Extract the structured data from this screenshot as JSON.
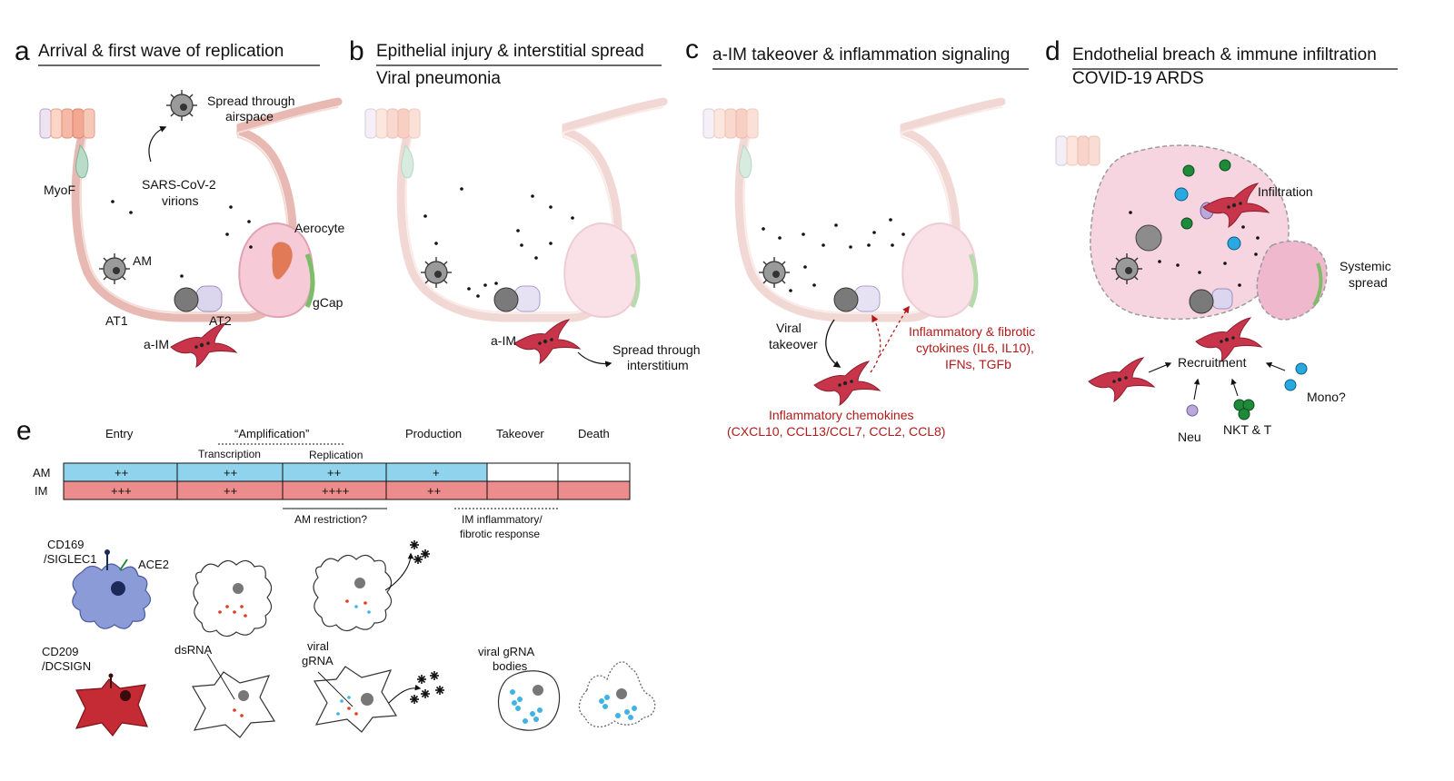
{
  "panels": {
    "a": {
      "letter": "a",
      "title": "Arrival & first wave of replication",
      "labels": {
        "spread_air_1": "Spread through",
        "spread_air_2": "airspace",
        "virions_1": "SARS-CoV-2",
        "virions_2": "virions",
        "myof": "MyoF",
        "am": "AM",
        "aerocyte": "Aerocyte",
        "gcap": "gCap",
        "at1": "AT1",
        "at2": "AT2",
        "aim": "a-IM"
      }
    },
    "b": {
      "letter": "b",
      "title": "Epithelial injury & interstitial spread",
      "subtitle": "Viral pneumonia",
      "labels": {
        "aim": "a-IM",
        "spread_int_1": "Spread through",
        "spread_int_2": "interstitium"
      }
    },
    "c": {
      "letter": "c",
      "title": "a-IM takeover & inflammation signaling",
      "labels": {
        "viral_1": "Viral",
        "viral_2": "takeover",
        "cyto_1": "Inflammatory & fibrotic",
        "cyto_2": "cytokines (IL6, IL10),",
        "cyto_3": "IFNs, TGFb",
        "chemo_1": "Inflammatory chemokines",
        "chemo_2": "(CXCL10, CCL13/CCL7, CCL2, CCL8)"
      }
    },
    "d": {
      "letter": "d",
      "title": "Endothelial breach & immune infiltration",
      "subtitle": "COVID-19 ARDS",
      "labels": {
        "infiltration": "Infiltration",
        "systemic_1": "Systemic",
        "systemic_2": "spread",
        "recruitment": "Recruitment",
        "neu": "Neu",
        "nkt": "NKT & T",
        "mono": "Mono?"
      }
    },
    "e": {
      "letter": "e",
      "stages": {
        "entry": "Entry",
        "amplification": "“Amplification”",
        "transcription": "Transcription",
        "replication": "Replication",
        "production": "Production",
        "takeover": "Takeover",
        "death": "Death"
      },
      "rows": [
        {
          "name": "AM",
          "cells": [
            "++",
            "++",
            "++",
            "+",
            "",
            ""
          ]
        },
        {
          "name": "IM",
          "cells": [
            "+++",
            "++",
            "++++",
            "++",
            "",
            ""
          ]
        }
      ],
      "notes": {
        "am_restriction": "AM restriction?",
        "im_resp_1": "IM inflammatory/",
        "im_resp_2": "fibrotic response"
      },
      "cells": {
        "cd169_1": "CD169",
        "cd169_2": "/SIGLEC1",
        "ace2": "ACE2",
        "cd209_1": "CD209",
        "cd209_2": "/DCSIGN",
        "dsrna": "dsRNA",
        "vgrna_1": "viral",
        "vgrna_2": "gRNA",
        "bodies_1": "viral gRNA",
        "bodies_2": "bodies"
      }
    }
  },
  "colors": {
    "am_row": "#8fd4ec",
    "im_row": "#ec8c8c",
    "aim_red": "#c8354a",
    "text_red": "#b21a1a",
    "alveolus": "#e8b9b3",
    "capillary": "#f6cad6",
    "macrophage_gray": "#8c8c8c",
    "cd169_blue": "#8b9bd8",
    "cd209_red": "#c42b34",
    "rna_red": "#e23b1f",
    "rna_blue": "#3fb2e6",
    "t_cell_green": "#1f8a3a",
    "mono_blue": "#2aa9e0",
    "neu_lilac": "#b9a8d8"
  }
}
